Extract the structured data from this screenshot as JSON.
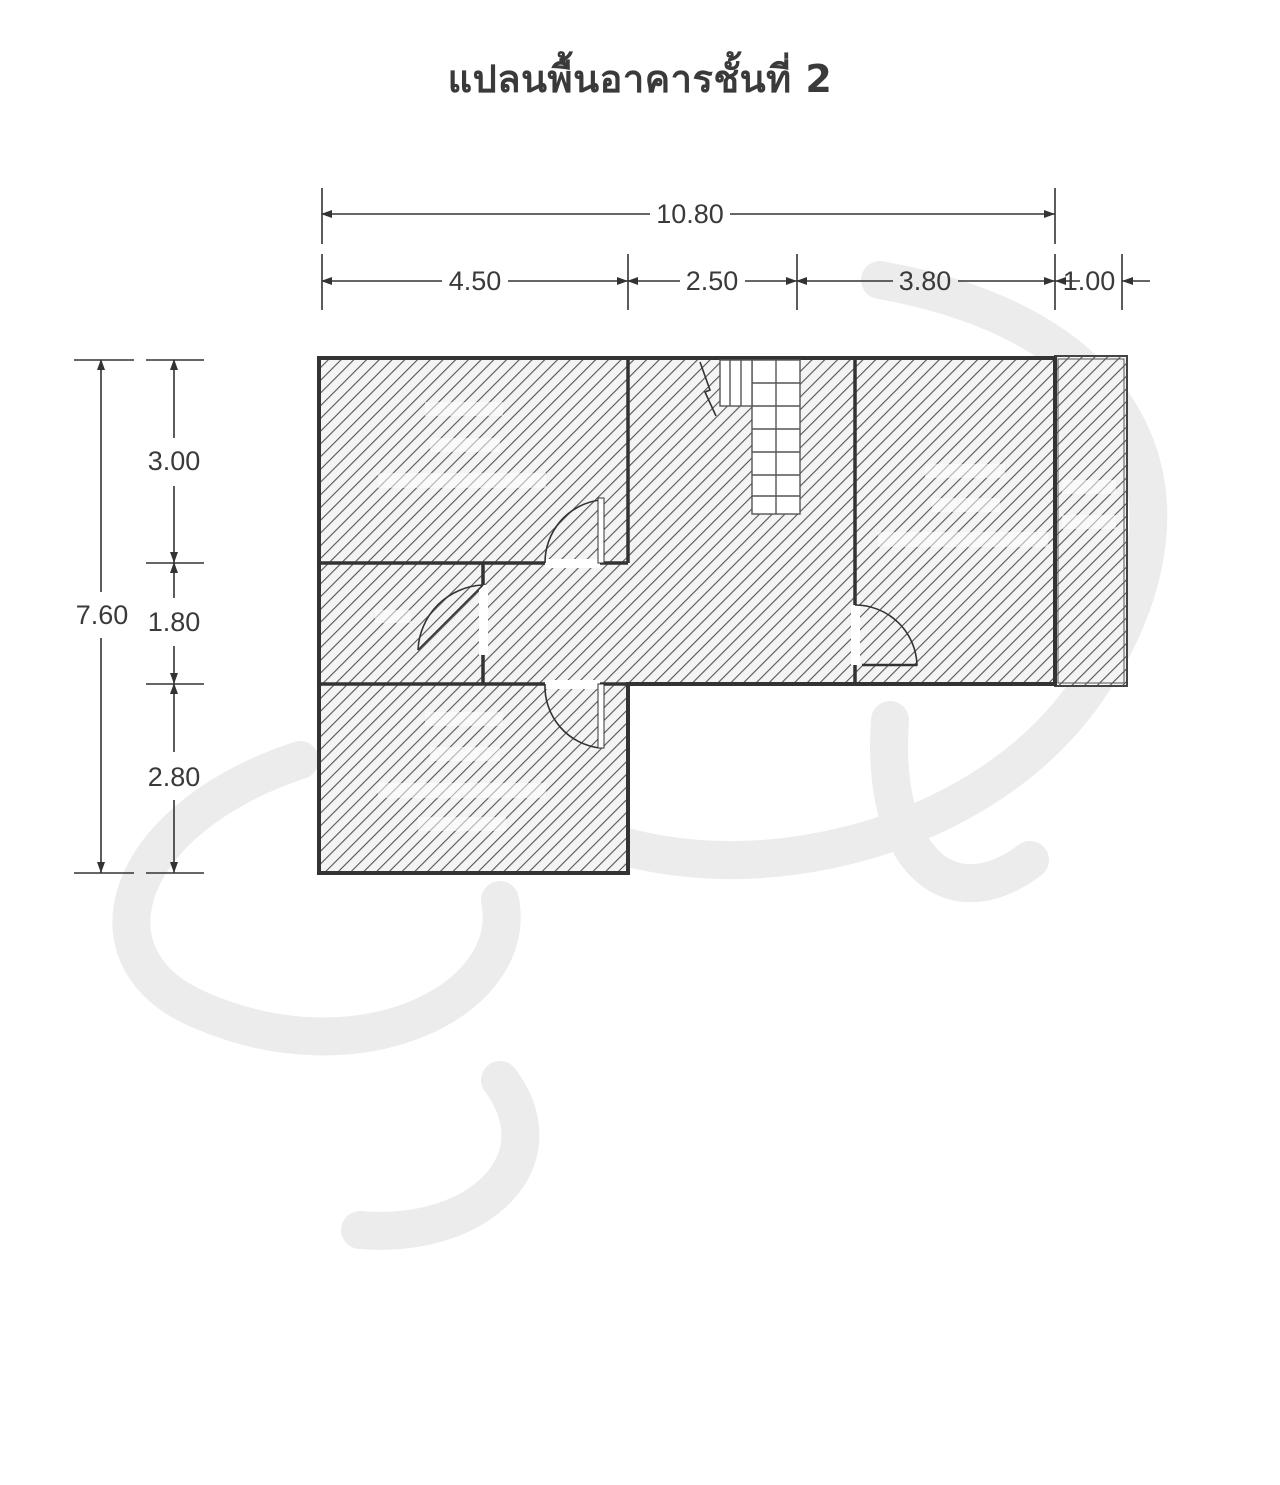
{
  "title": "แปลนพื้นอาคารชั้นที่ 2",
  "dimensions": {
    "overall_width": "10.80",
    "seg_1": "4.50",
    "seg_2": "2.50",
    "seg_3": "3.80",
    "seg_4": "1.00",
    "overall_depth": "7.60",
    "depth_1": "3.00",
    "depth_2": "1.80",
    "depth_3": "2.80"
  },
  "colors": {
    "line": "#333333",
    "hatch": "#555555",
    "watermark": "#e6e6e6"
  }
}
